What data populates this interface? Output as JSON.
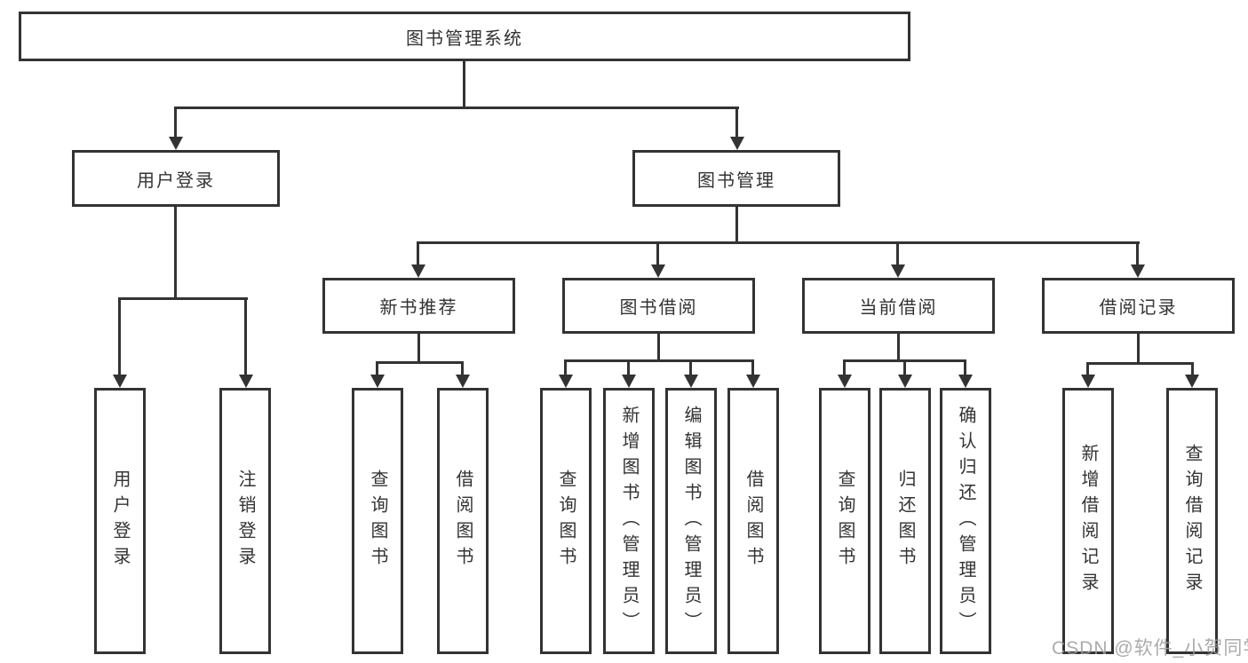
{
  "tree": {
    "root": "图书管理系统",
    "children": [
      {
        "label": "用户登录",
        "leaves": [
          "用户登录",
          "注销登录"
        ]
      },
      {
        "label": "图书管理",
        "children": [
          {
            "label": "新书推荐",
            "leaves": [
              "查询图书",
              "借阅图书"
            ]
          },
          {
            "label": "图书借阅",
            "leaves": [
              "查询图书",
              "新增图书（管理员）",
              "编辑图书（管理员）",
              "借阅图书"
            ]
          },
          {
            "label": "当前借阅",
            "leaves": [
              "查询图书",
              "归还图书",
              "确认归还（管理员）"
            ]
          },
          {
            "label": "借阅记录",
            "leaves": [
              "新增借阅记录",
              "查询借阅记录"
            ]
          }
        ]
      }
    ]
  },
  "watermark": "CSDN @软件_小贺同学",
  "colors": {
    "line": "#333333",
    "text": "#333333",
    "background": "#ffffff",
    "watermark": "#9d9d9d"
  }
}
